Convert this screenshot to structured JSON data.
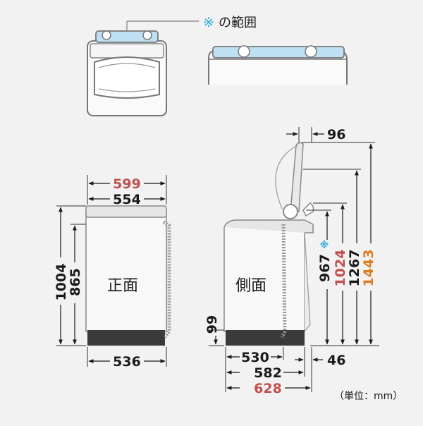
{
  "note": {
    "mark": "※",
    "text": "の範囲"
  },
  "views": {
    "front": "正面",
    "side": "側面"
  },
  "front_dims": {
    "width_total": "599",
    "width_top": "554",
    "width_base": "536",
    "height_total": "1004",
    "height_body": "865"
  },
  "side_dims": {
    "lid_offset": "96",
    "foot_height": "99",
    "depth_body": "530",
    "depth_582": "582",
    "depth_total": "628",
    "rear_offset": "46",
    "height_967_mark": "※",
    "height_967": "967",
    "height_1024": "1024",
    "height_1267": "1267",
    "height_1443": "1443"
  },
  "unit": "（単位：mm）",
  "colors": {
    "black_label": "#1a1a1a",
    "red_label": "#c0504d",
    "orange_label": "#e07b22",
    "cyan_mark": "#2aa9d6",
    "highlight_fill": "#bfe0f3",
    "outline": "#777777"
  }
}
